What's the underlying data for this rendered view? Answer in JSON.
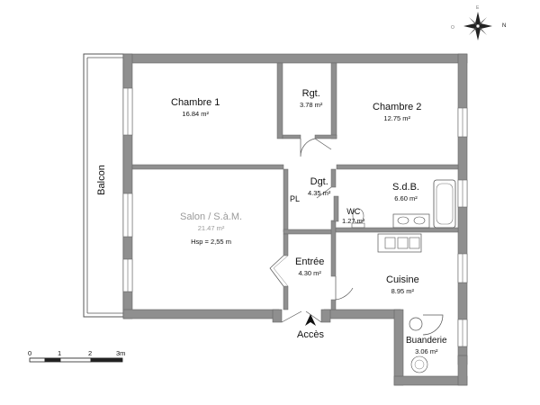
{
  "rooms": {
    "chambre1": {
      "name": "Chambre 1",
      "area": "16.84 m²"
    },
    "rgt": {
      "name": "Rgt.",
      "area": "3.78 m²"
    },
    "chambre2": {
      "name": "Chambre 2",
      "area": "12.75 m²"
    },
    "dgt": {
      "name": "Dgt.",
      "area": "4.35 m²"
    },
    "sdb": {
      "name": "S.d.B.",
      "area": "6.60 m²"
    },
    "wc": {
      "name": "WC",
      "area": "1.27 m²"
    },
    "salon": {
      "name": "Salon / S.à.M.",
      "area": "21.47 m²",
      "hsp": "Hsp =  2,55 m"
    },
    "entree": {
      "name": "Entrée",
      "area": "4.30 m²"
    },
    "cuisine": {
      "name": "Cuisine",
      "area": "8.95 m²"
    },
    "buanderie": {
      "name": "Buanderie",
      "area": "3.06 m²"
    }
  },
  "labels": {
    "balcon": "Balcon",
    "pl": "PL",
    "acces": "Accès"
  },
  "compass": {
    "north": "N"
  },
  "scale": {
    "ticks": [
      "0",
      "1",
      "2",
      "3m"
    ]
  },
  "colors": {
    "wall": "#8f8f8f",
    "wall_dark": "#5a5a5a",
    "line": "#555555"
  }
}
